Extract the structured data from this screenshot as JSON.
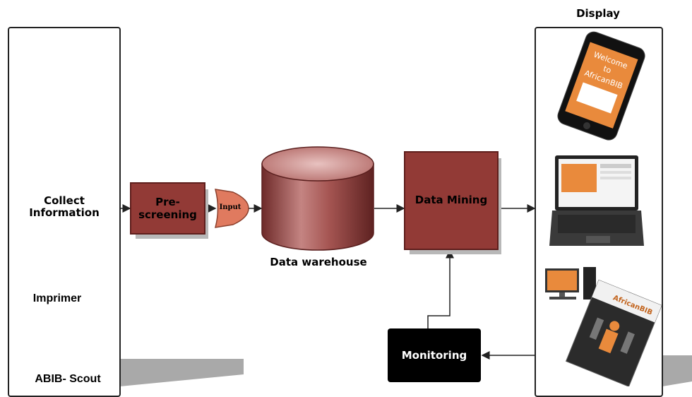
{
  "left_panel": {
    "collect_label_line1": "Collect",
    "collect_label_line2": "Information",
    "imprimer_label": "Imprimer",
    "scout_label": "ABIB- Scout"
  },
  "prescreening": {
    "label_line1": "Pre-",
    "label_line2": "screening"
  },
  "input_funnel": {
    "label": "Input"
  },
  "warehouse": {
    "label": "Data warehouse"
  },
  "mining": {
    "label": "Data Mining"
  },
  "monitoring": {
    "label": "Monitoring"
  },
  "display_panel": {
    "title": "Display",
    "phone_text": [
      "Welcome",
      "to",
      "AfricanBIB"
    ],
    "magazine_brand": "AfricanBIB"
  },
  "colors": {
    "box_red": "#923a36",
    "funnel": "#e07a5f",
    "user_blue": "#2f4fd8",
    "monitoring_bg": "#000000"
  }
}
